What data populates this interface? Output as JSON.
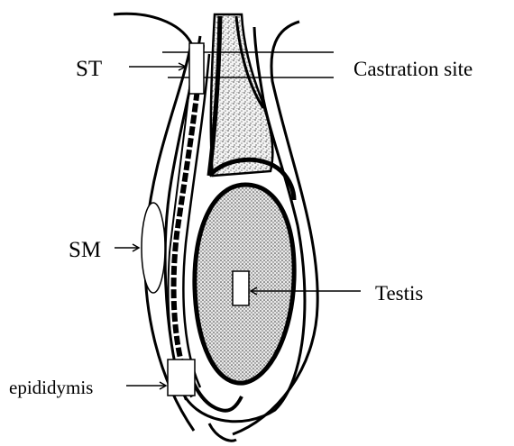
{
  "labels": {
    "st": "ST",
    "castration_site": "Castration site",
    "sm": "SM",
    "testis": "Testis",
    "epididymis": "epididymis"
  },
  "colors": {
    "line": "#000000",
    "stipple": "#6a6a6a",
    "background": "#ffffff"
  }
}
